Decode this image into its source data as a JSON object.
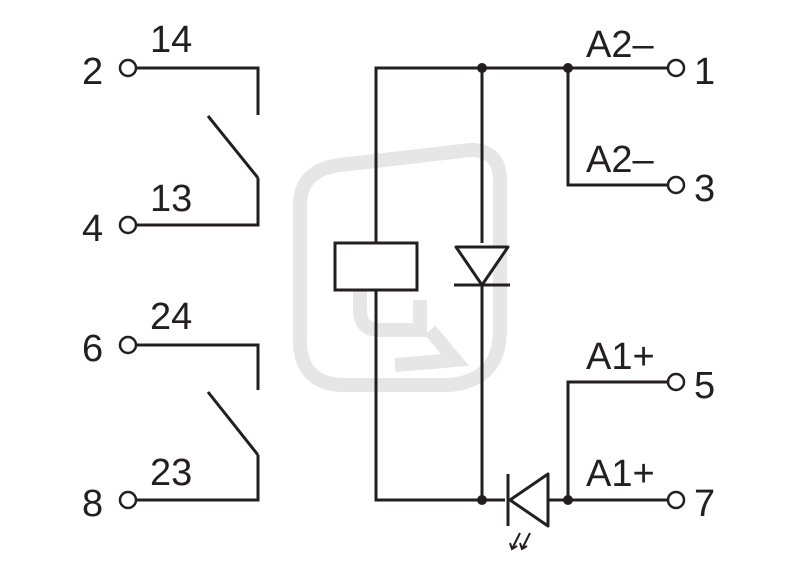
{
  "colors": {
    "ink": "#231f20",
    "background": "#ffffff",
    "watermark": "#e6e6e6"
  },
  "left_terminals": [
    {
      "pin": "2",
      "contact": "14"
    },
    {
      "pin": "4",
      "contact": "13"
    },
    {
      "pin": "6",
      "contact": "24"
    },
    {
      "pin": "8",
      "contact": "23"
    }
  ],
  "right_terminals": [
    {
      "pin": "1",
      "label": "A2–"
    },
    {
      "pin": "3",
      "label": "A2–"
    },
    {
      "pin": "5",
      "label": "A1+"
    },
    {
      "pin": "7",
      "label": "A1+"
    }
  ]
}
